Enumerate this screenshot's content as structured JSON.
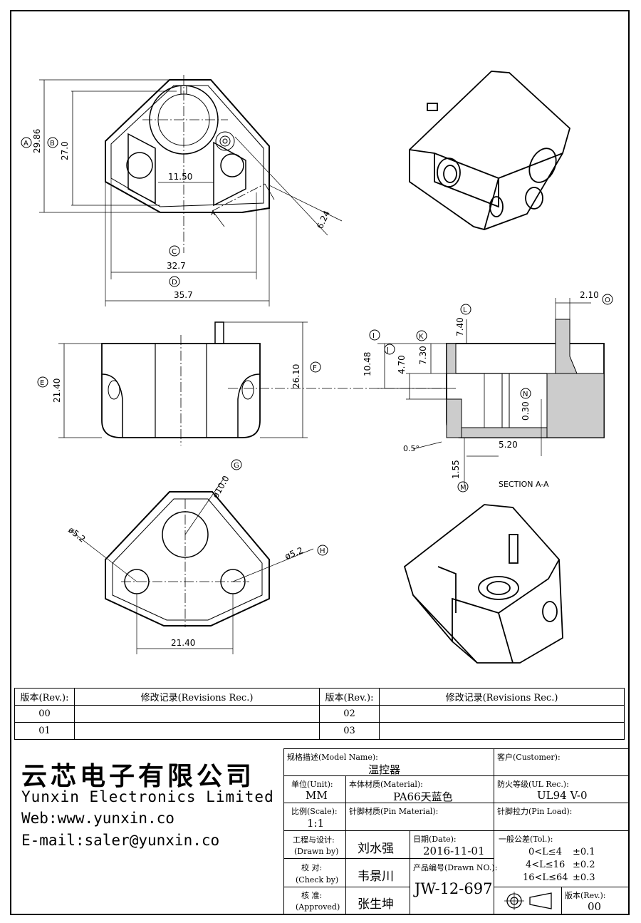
{
  "dimensions": {
    "A": "A",
    "B": "B",
    "C": "C",
    "D": "D",
    "E": "E",
    "F": "F",
    "G": "G",
    "H": "H",
    "I": "I",
    "J": "J",
    "K": "K",
    "L": "L",
    "M": "M",
    "N": "N",
    "O": "O",
    "d_29_86": "29.86",
    "d_27_0": "27.0",
    "d_11_50": "11.50",
    "d_6_24": "6.24",
    "d_32_7": "32.7",
    "d_35_7": "35.7",
    "d_21_40_side": "21.40",
    "d_26_10": "26.10",
    "d_10_48": "10.48",
    "d_4_70": "4.70",
    "d_7_30": "7.30",
    "d_7_40": "7.40",
    "d_2_10": "2.10",
    "d_0_30": "0.30",
    "d_5_20": "5.20",
    "d_1_55": "1.55",
    "d_0_5deg": "0.5°",
    "d_phi10": "ø10.0",
    "d_phi5_2_left": "ø5.2",
    "d_phi5_2_right": "ø5.2",
    "d_21_40_bottom": "21.40",
    "section_arrow": "A",
    "section_title": "SECTION A-A"
  },
  "revisions": {
    "header": {
      "rev": "版本(Rev.):",
      "rec": "修改记录(Revisions Rec.)"
    },
    "rows": [
      {
        "left_rev": "00",
        "left_rec": "",
        "right_rev": "02",
        "right_rec": ""
      },
      {
        "left_rev": "01",
        "left_rec": "",
        "right_rev": "03",
        "right_rec": ""
      }
    ]
  },
  "company": {
    "name_cn": "云芯电子有限公司",
    "name_en": "Yunxin Electronics Limited",
    "web": "Web:www.yunxin.co",
    "email": "E-mail:saler@yunxin.co"
  },
  "title_block": {
    "model_label": "规格描述(Model Name):",
    "model_value": "温控器",
    "customer_label": "客户(Customer):",
    "customer_value": "",
    "unit_label": "单位(Unit):",
    "unit_value": "MM",
    "material_label": "本体材质(Material):",
    "material_value": "PA66天蓝色",
    "ul_label": "防火等级(UL Rec.):",
    "ul_value": "UL94 V-0",
    "scale_label": "比例(Scale):",
    "scale_value": "1:1",
    "pin_material_label": "针脚材质(Pin Material):",
    "pin_material_value": "",
    "pin_load_label": "针脚拉力(Pin Load):",
    "pin_load_value": "",
    "drawn_label_cn": "工程与设计:",
    "drawn_label_en": "(Drawn by)",
    "drawn_value": "刘水强",
    "date_label": "日期(Date):",
    "date_value": "2016-11-01",
    "check_label_cn": "校  对:",
    "check_label_en": "(Check by)",
    "check_value": "韦景川",
    "drawn_no_label": "产品编号(Drawn NO.):",
    "drawn_no_value": "JW-12-697",
    "approved_label_cn": "核  准:",
    "approved_label_en": "(Approved)",
    "approved_value": "张生坤",
    "tol_label": "一般公差(Tol.):",
    "tolerances": [
      {
        "range": "0<L≤4",
        "tol": "±0.1"
      },
      {
        "range": "4<L≤16",
        "tol": "±0.2"
      },
      {
        "range": "16<L≤64",
        "tol": "±0.3"
      }
    ],
    "rev_label": "版本(Rev.):",
    "rev_value": "00"
  }
}
